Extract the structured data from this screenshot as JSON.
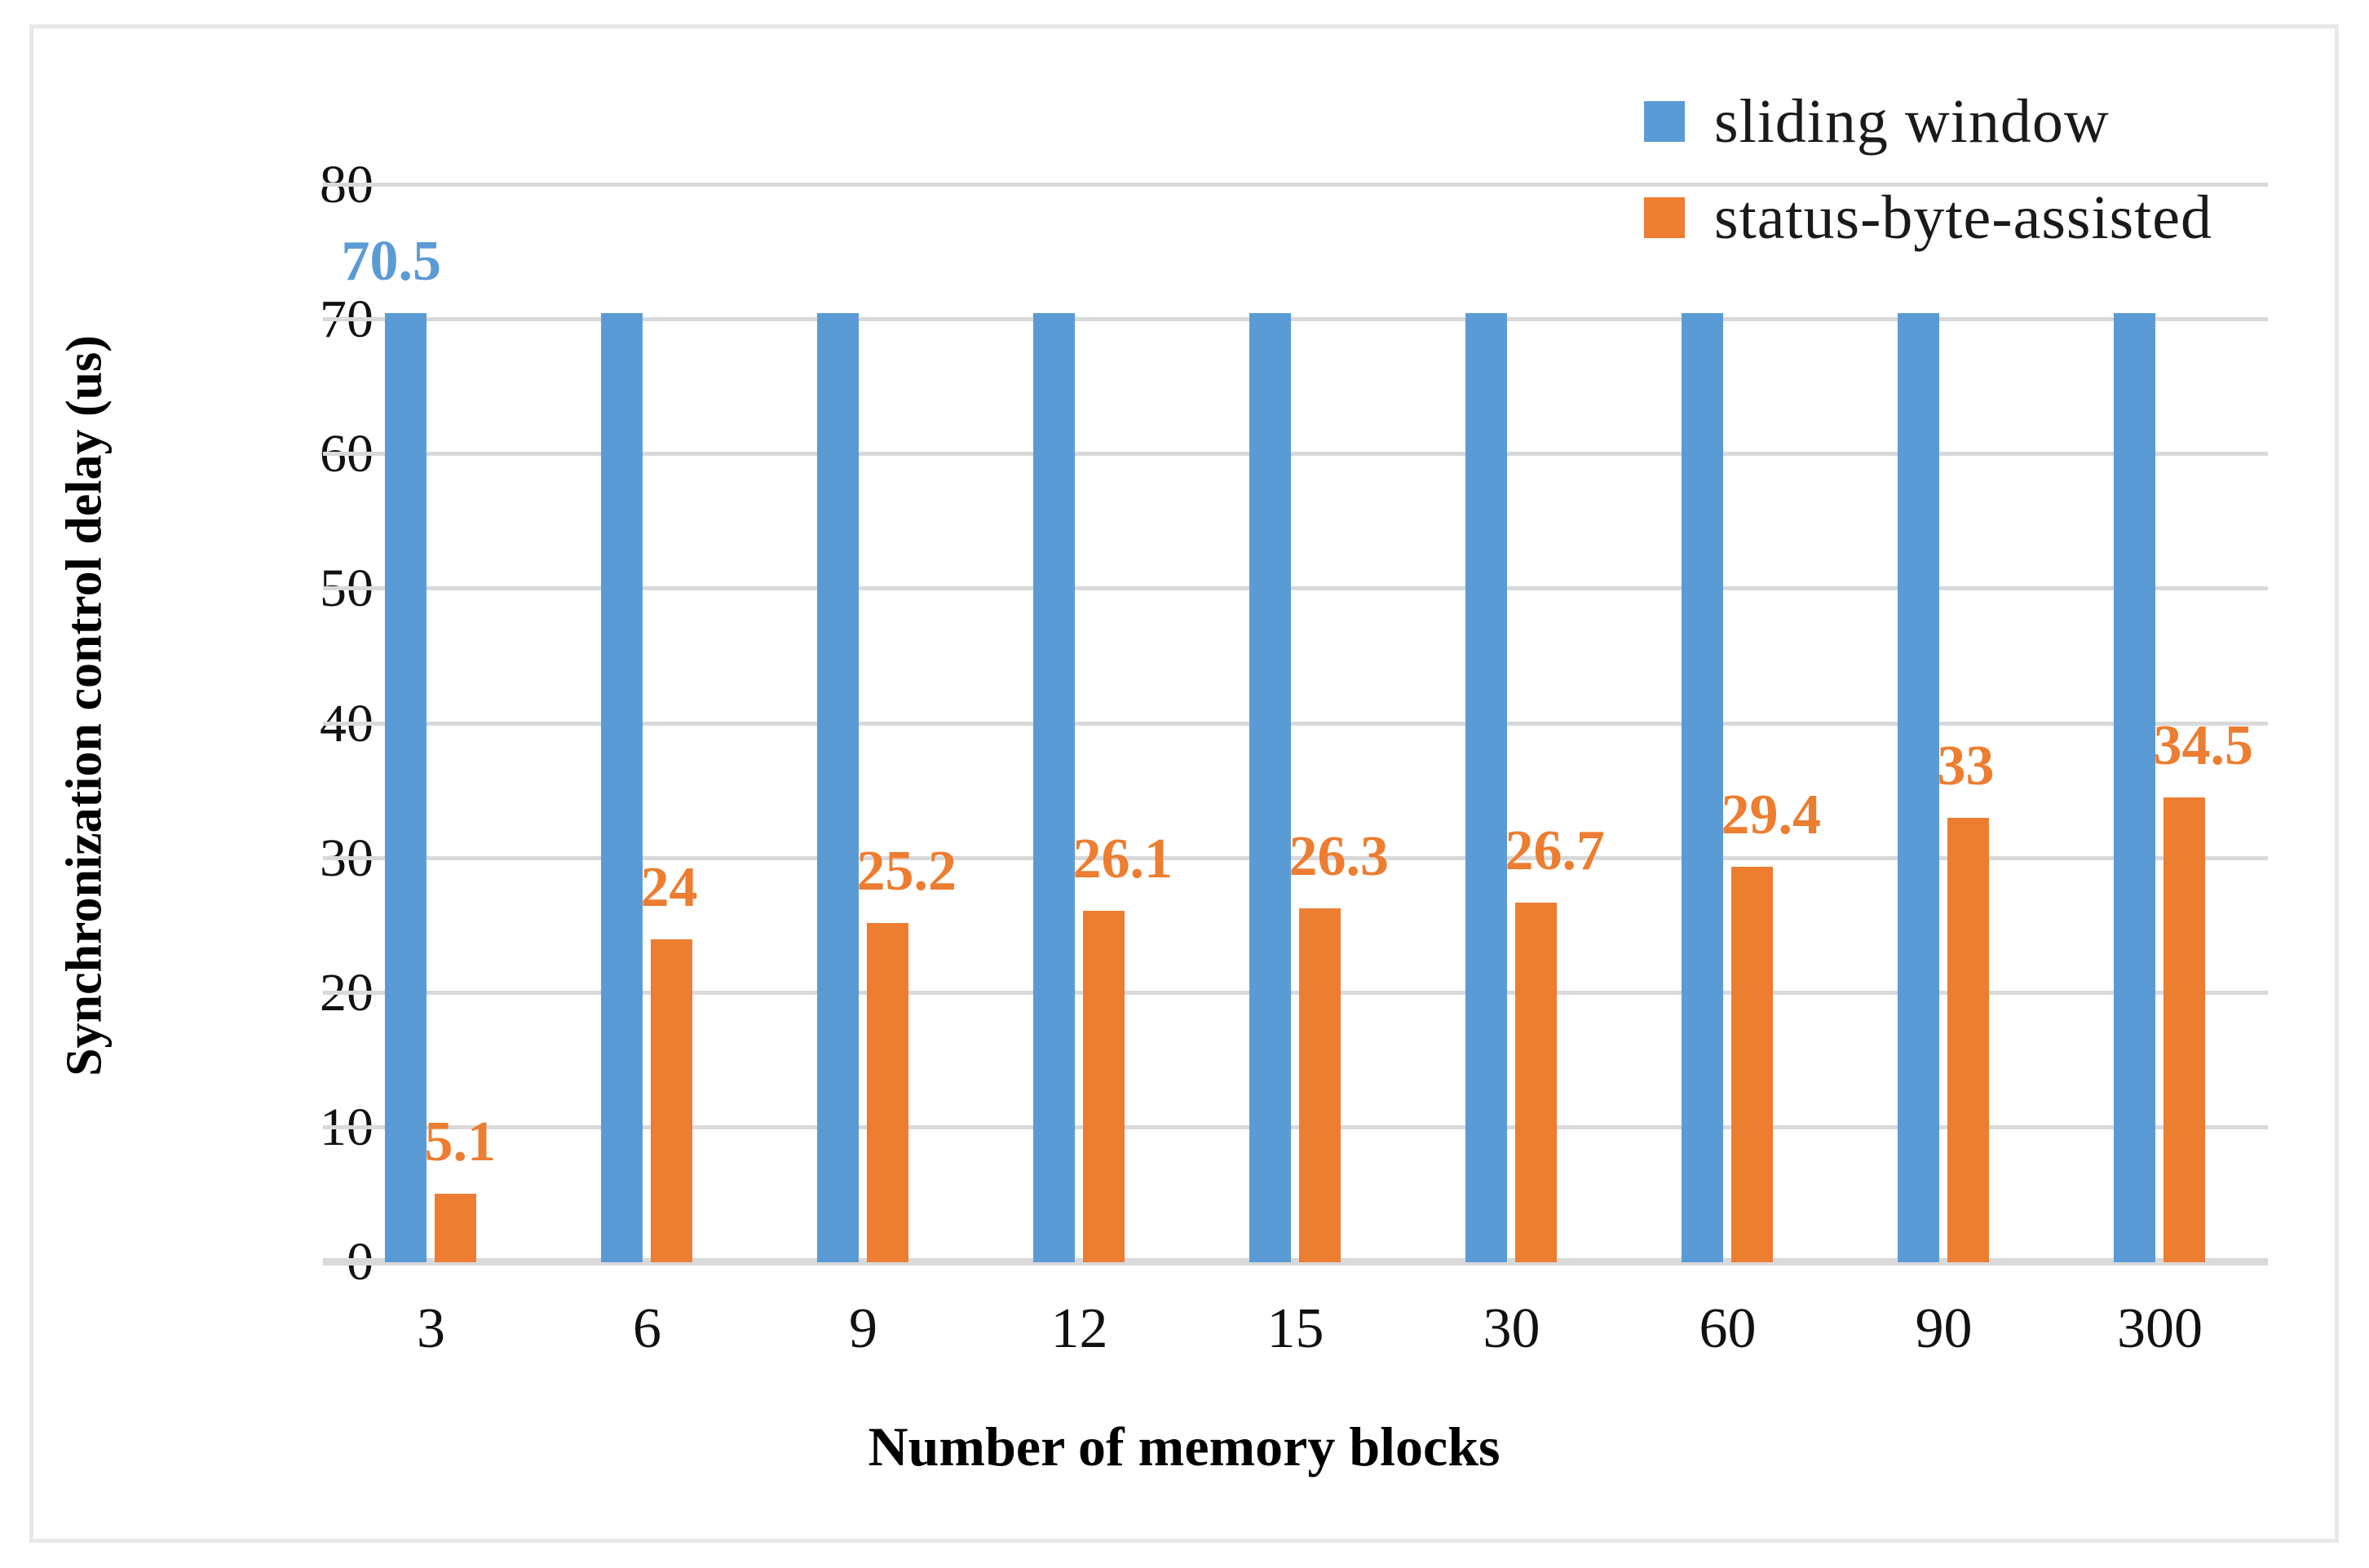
{
  "chart_data": {
    "type": "bar",
    "title": "",
    "xlabel": "Number of memory blocks",
    "ylabel": "Synchronization control delay (us)",
    "categories": [
      "3",
      "6",
      "9",
      "12",
      "15",
      "30",
      "60",
      "90",
      "300"
    ],
    "ylim": [
      0,
      80
    ],
    "yticks": [
      "0",
      "10",
      "20",
      "30",
      "40",
      "50",
      "60",
      "70",
      "80"
    ],
    "grid": "horizontal",
    "legend_position": "top-right",
    "series": [
      {
        "name": "sliding window",
        "color": "#5B9BD5",
        "values": [
          70.5,
          70.5,
          70.5,
          70.5,
          70.5,
          70.5,
          70.5,
          70.5,
          70.5
        ],
        "labels": [
          "70.5",
          "",
          "",
          "",
          "",
          "",
          "",
          "",
          ""
        ]
      },
      {
        "name": "status-byte-assisted",
        "color": "#ED7D31",
        "values": [
          5.1,
          24,
          25.2,
          26.1,
          26.3,
          26.7,
          29.4,
          33,
          34.5
        ],
        "labels": [
          "5.1",
          "24",
          "25.2",
          "26.1",
          "26.3",
          "26.7",
          "29.4",
          "33",
          "34.5"
        ]
      }
    ]
  },
  "legend": {
    "items": [
      {
        "label": "sliding window",
        "color": "#5B9BD5"
      },
      {
        "label": "status-byte-assisted",
        "color": "#ED7D31"
      }
    ]
  },
  "colors": {
    "series_blue": "#5B9BD5",
    "series_orange": "#ED7D31",
    "gridline": "#D9D9D9",
    "frame": "#E8E8E8",
    "background": "#FFFFFF"
  }
}
